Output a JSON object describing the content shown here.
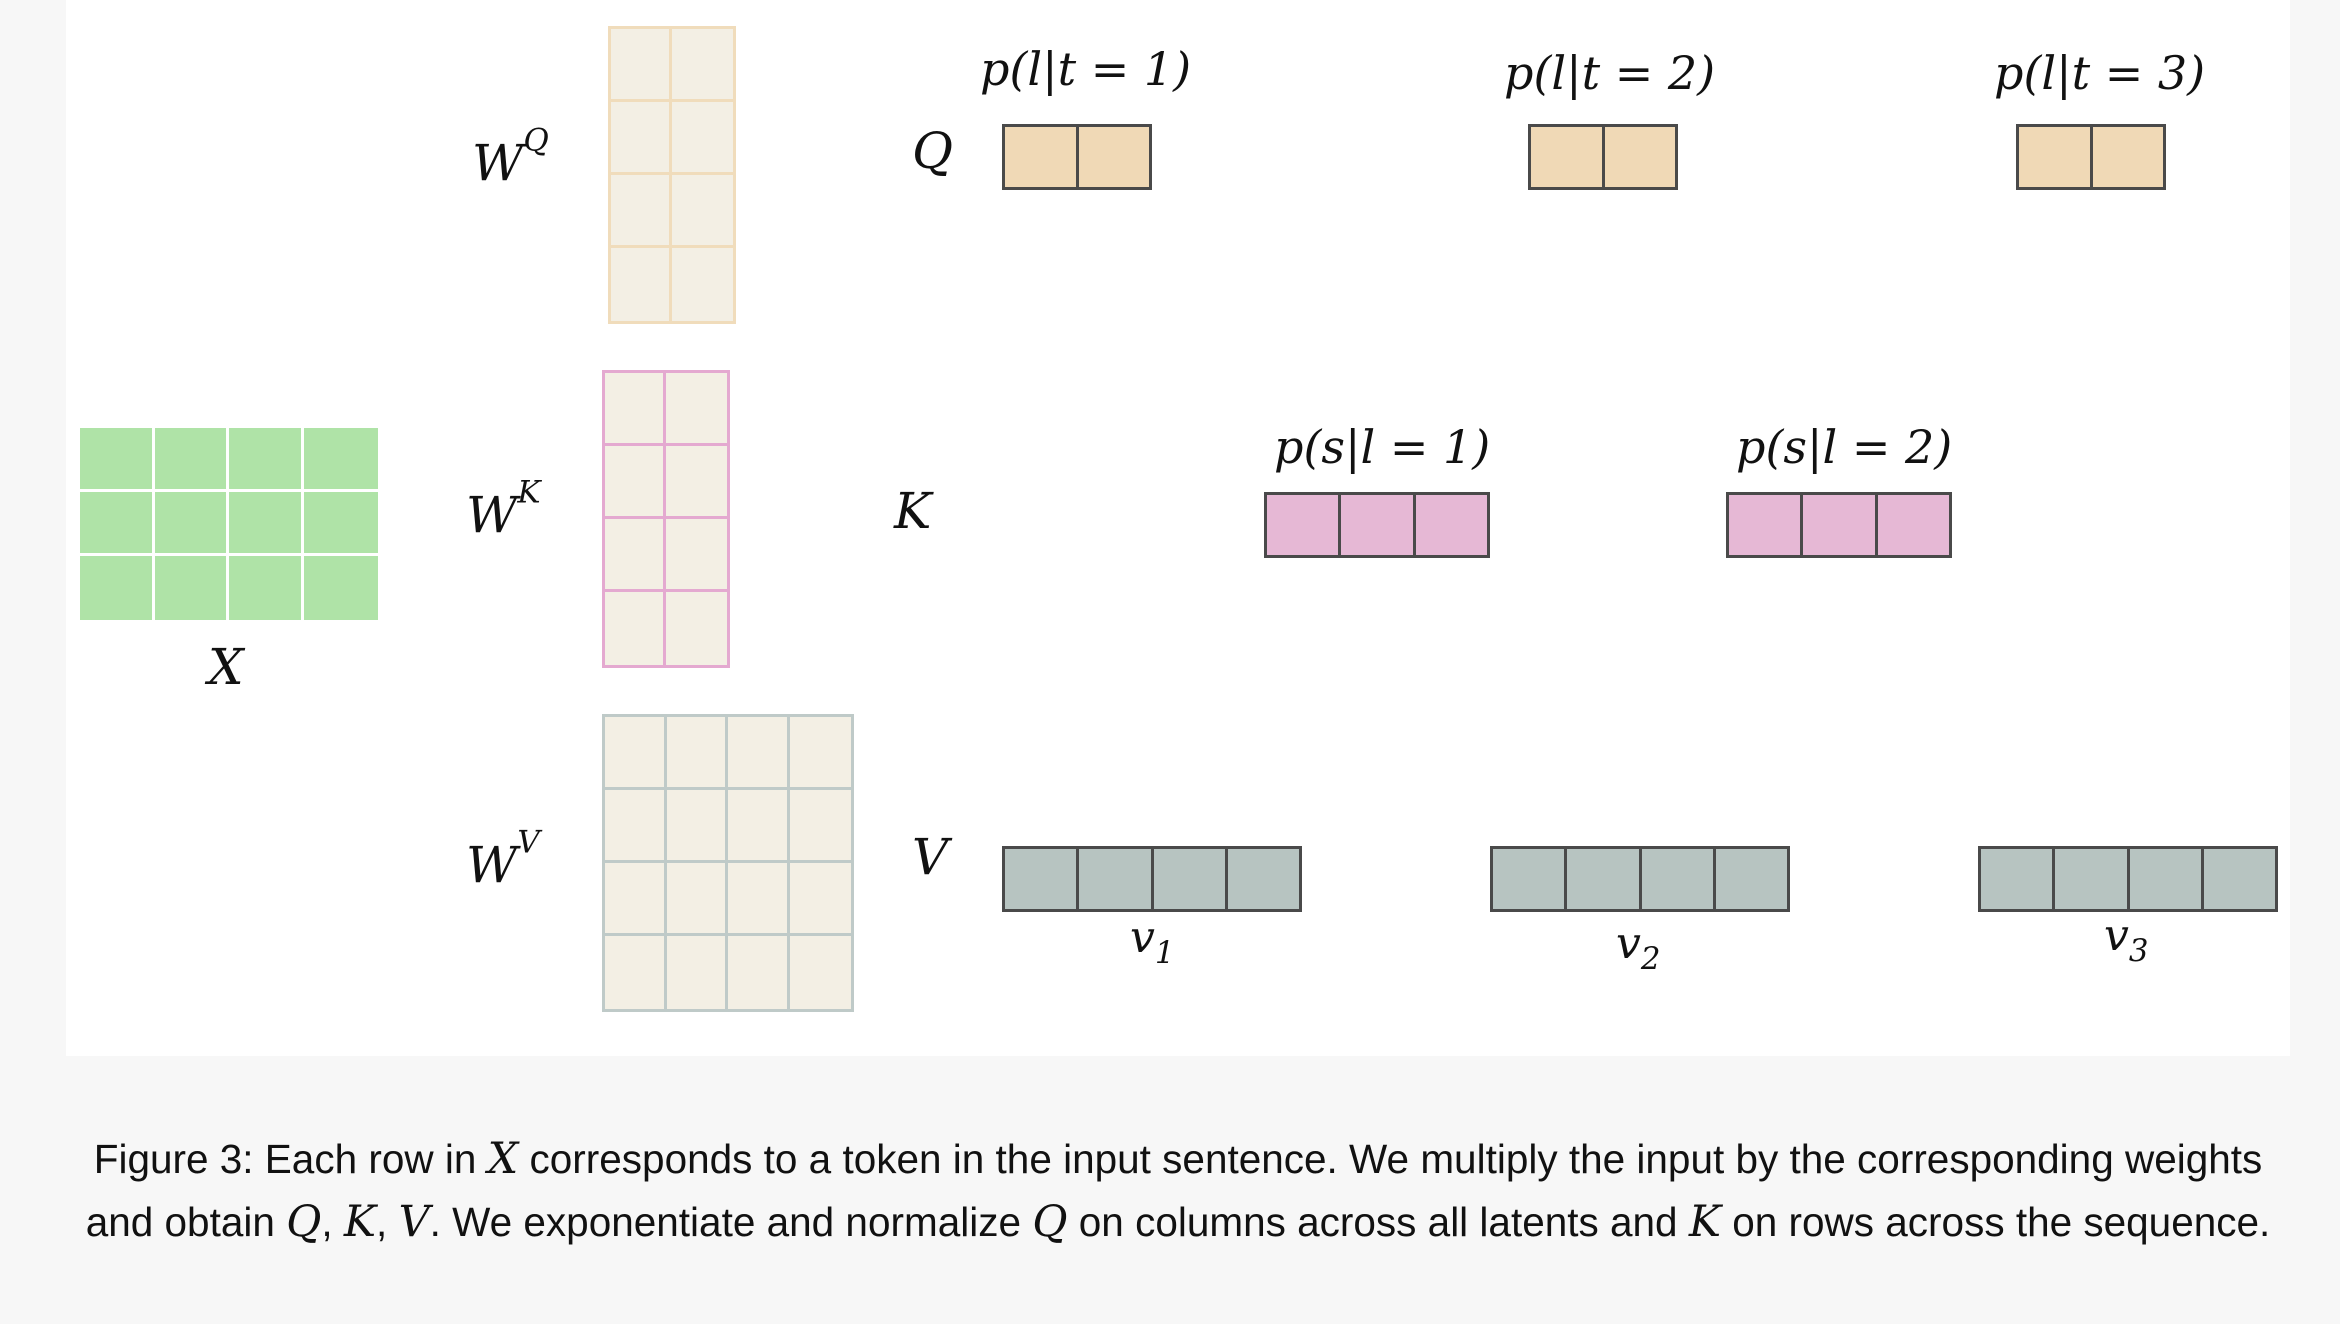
{
  "figure": {
    "x_label": "X",
    "weights": {
      "wq": {
        "base": "W",
        "sup": "Q"
      },
      "wk": {
        "base": "W",
        "sup": "K"
      },
      "wv": {
        "base": "W",
        "sup": "V"
      }
    },
    "row_labels": {
      "q": "Q",
      "k": "K",
      "v": "V"
    },
    "q_vectors": [
      {
        "label": "p(l|t = 1)"
      },
      {
        "label": "p(l|t = 2)"
      },
      {
        "label": "p(l|t = 3)"
      }
    ],
    "k_vectors": [
      {
        "label": "p(s|l = 1)"
      },
      {
        "label": "p(s|l = 2)"
      }
    ],
    "v_vectors": [
      {
        "base": "v",
        "sub": "1"
      },
      {
        "base": "v",
        "sub": "2"
      },
      {
        "base": "v",
        "sub": "3"
      }
    ],
    "colors": {
      "x": "#afe3a7",
      "q": "#f0d9b6",
      "k": "#e6b8d5",
      "v": "#b7c4c1",
      "weight_fill": "#f3efe4"
    }
  },
  "caption": {
    "t1": "Figure 3: Each row in ",
    "m1": "X",
    "t2": " corresponds to a token in the input sentence. We multiply the input by the corresponding weights and obtain ",
    "m2": "Q",
    "t3": ", ",
    "m3": "K",
    "t4": ", ",
    "m4": "V",
    "t5": ". We exponentiate and normalize ",
    "m5": "Q",
    "t6": " on columns across all latents and ",
    "m6": "K",
    "t7": " on rows across the sequence."
  }
}
